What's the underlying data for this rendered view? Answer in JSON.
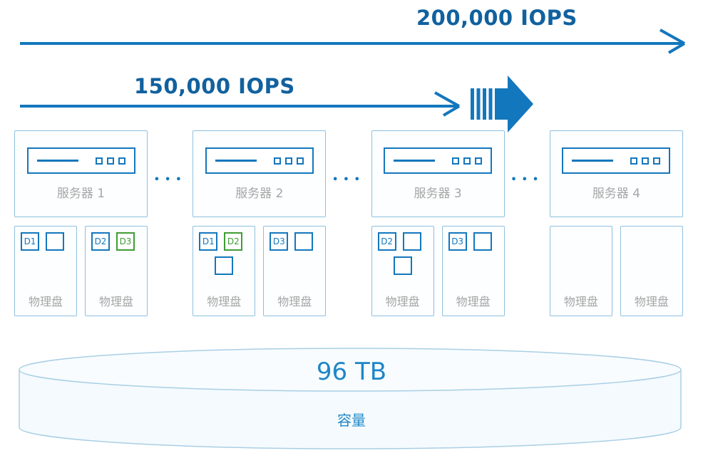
{
  "arrows": {
    "top": {
      "label": "200,000 IOPS"
    },
    "mid": {
      "label": "150,000 IOPS"
    }
  },
  "separator": "•••",
  "servers": [
    {
      "label": "服务器 1",
      "disks": [
        {
          "label": "物理盘",
          "row1": [
            {
              "text": "D1",
              "variant": "blue"
            },
            {
              "text": "",
              "variant": "blue"
            }
          ],
          "row2": []
        },
        {
          "label": "物理盘",
          "row1": [
            {
              "text": "D2",
              "variant": "blue"
            },
            {
              "text": "D3",
              "variant": "green"
            }
          ],
          "row2": []
        }
      ]
    },
    {
      "label": "服务器 2",
      "disks": [
        {
          "label": "物理盘",
          "row1": [
            {
              "text": "D1",
              "variant": "blue"
            },
            {
              "text": "D2",
              "variant": "green"
            }
          ],
          "row2": [
            {
              "text": "",
              "variant": "blue"
            }
          ]
        },
        {
          "label": "物理盘",
          "row1": [
            {
              "text": "D3",
              "variant": "blue"
            },
            {
              "text": "",
              "variant": "blue"
            }
          ],
          "row2": []
        }
      ]
    },
    {
      "label": "服务器 3",
      "disks": [
        {
          "label": "物理盘",
          "row1": [
            {
              "text": "D2",
              "variant": "blue"
            },
            {
              "text": "",
              "variant": "blue"
            }
          ],
          "row2": [
            {
              "text": "",
              "variant": "blue"
            }
          ]
        },
        {
          "label": "物理盘",
          "row1": [
            {
              "text": "D3",
              "variant": "blue"
            },
            {
              "text": "",
              "variant": "blue"
            }
          ],
          "row2": []
        }
      ]
    },
    {
      "label": "服务器 4",
      "disks": [
        {
          "label": "物理盘",
          "row1": [],
          "row2": []
        },
        {
          "label": "物理盘",
          "row1": [],
          "row2": []
        }
      ]
    }
  ],
  "capacity": {
    "value": "96 TB",
    "label": "容量"
  },
  "icons": {
    "server": "server-icon",
    "fast_forward": "fast-forward-arrow-icon"
  },
  "colors": {
    "primary_blue": "#1377bd",
    "dark_blue": "#11619e",
    "green": "#3f9c35",
    "gray_label": "#a5a5a5",
    "box_border": "#8fc0de",
    "box_fill": "#fdfeff",
    "cylinder_fill": "#f4fafd",
    "cylinder_stroke": "#a9cfe5",
    "capacity_blue": "#1e86c8"
  }
}
